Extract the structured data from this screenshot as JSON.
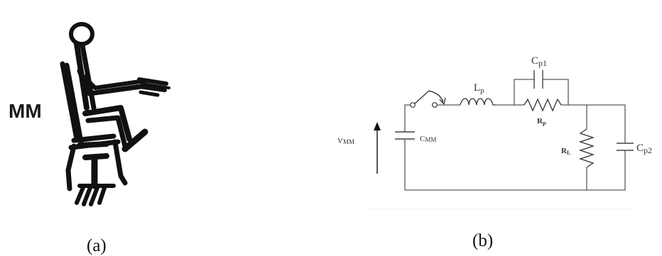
{
  "figure_a": {
    "label": "MM",
    "caption": "(a)"
  },
  "figure_b": {
    "caption": "(b)",
    "components": {
      "Lp": {
        "main": "L",
        "sub": "p"
      },
      "Cp1": {
        "main": "C",
        "sub": "p1"
      },
      "Rp": {
        "main": "R",
        "sub": "p"
      },
      "RL": {
        "main": "R",
        "sub": "L"
      },
      "Cp2": {
        "main": "C",
        "sub": "p2"
      },
      "CMM": {
        "main": "C",
        "sub": "MM"
      },
      "VMM": {
        "main": "V",
        "sub": "MM"
      }
    }
  }
}
